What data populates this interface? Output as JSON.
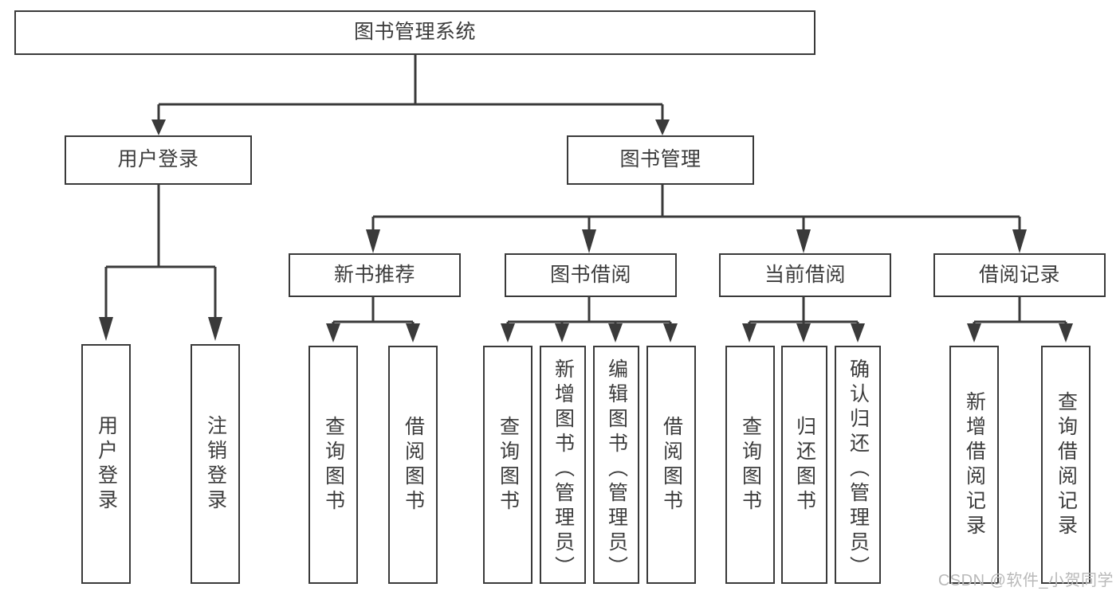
{
  "diagram": {
    "title": "图书管理系统",
    "type": "tree",
    "watermark": "CSDN @软件_小贺同学",
    "colors": {
      "stroke": "#3a3a3a",
      "box_fill": "#ffffff",
      "text": "#3c3c3c",
      "background": "#ffffff",
      "watermark": "#b9b9b9"
    },
    "levels": {
      "root": "图书管理系统",
      "level2": [
        "用户登录",
        "图书管理"
      ],
      "level3": [
        "新书推荐",
        "图书借阅",
        "当前借阅",
        "借阅记录"
      ]
    },
    "nodes": {
      "root": {
        "label": "图书管理系统"
      },
      "user_login": {
        "label": "用户登录"
      },
      "book_manage": {
        "label": "图书管理"
      },
      "new_book_rec": {
        "label": "新书推荐"
      },
      "book_borrow": {
        "label": "图书借阅"
      },
      "current_borrow": {
        "label": "当前借阅"
      },
      "borrow_record": {
        "label": "借阅记录"
      }
    },
    "leaves": {
      "user_login": [
        {
          "label": "用户登录"
        },
        {
          "label": "注销登录"
        }
      ],
      "new_book_rec": [
        {
          "label": "查询图书"
        },
        {
          "label": "借阅图书"
        }
      ],
      "book_borrow": [
        {
          "label": "查询图书"
        },
        {
          "label": "新增图书（管理员）"
        },
        {
          "label": "编辑图书（管理员）"
        },
        {
          "label": "借阅图书"
        }
      ],
      "current_borrow": [
        {
          "label": "查询图书"
        },
        {
          "label": "归还图书"
        },
        {
          "label": "确认归还（管理员）"
        }
      ],
      "borrow_record": [
        {
          "label": "新增借阅记录"
        },
        {
          "label": "查询借阅记录"
        }
      ]
    },
    "edges": [
      {
        "from": "图书管理系统",
        "to": "用户登录"
      },
      {
        "from": "图书管理系统",
        "to": "图书管理"
      },
      {
        "from": "图书管理",
        "to": "新书推荐"
      },
      {
        "from": "图书管理",
        "to": "图书借阅"
      },
      {
        "from": "图书管理",
        "to": "当前借阅"
      },
      {
        "from": "图书管理",
        "to": "借阅记录"
      },
      {
        "from": "用户登录",
        "to": "用户登录"
      },
      {
        "from": "用户登录",
        "to": "注销登录"
      },
      {
        "from": "新书推荐",
        "to": "查询图书"
      },
      {
        "from": "新书推荐",
        "to": "借阅图书"
      },
      {
        "from": "图书借阅",
        "to": "查询图书"
      },
      {
        "from": "图书借阅",
        "to": "新增图书（管理员）"
      },
      {
        "from": "图书借阅",
        "to": "编辑图书（管理员）"
      },
      {
        "from": "图书借阅",
        "to": "借阅图书"
      },
      {
        "from": "当前借阅",
        "to": "查询图书"
      },
      {
        "from": "当前借阅",
        "to": "归还图书"
      },
      {
        "from": "当前借阅",
        "to": "确认归还（管理员）"
      },
      {
        "from": "借阅记录",
        "to": "新增借阅记录"
      },
      {
        "from": "借阅记录",
        "to": "查询借阅记录"
      }
    ]
  }
}
